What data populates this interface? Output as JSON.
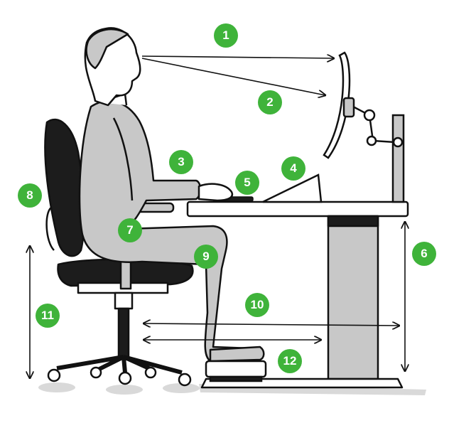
{
  "markers": {
    "m1": "1",
    "m2": "2",
    "m3": "3",
    "m4": "4",
    "m5": "5",
    "m6": "6",
    "m7": "7",
    "m8": "8",
    "m9": "9",
    "m10": "10",
    "m11": "11",
    "m12": "12"
  },
  "colors": {
    "marker_green": "#3fb33a",
    "body_gray": "#c8c8c8",
    "chair_dark": "#1c1c1c",
    "ink": "#111111"
  }
}
